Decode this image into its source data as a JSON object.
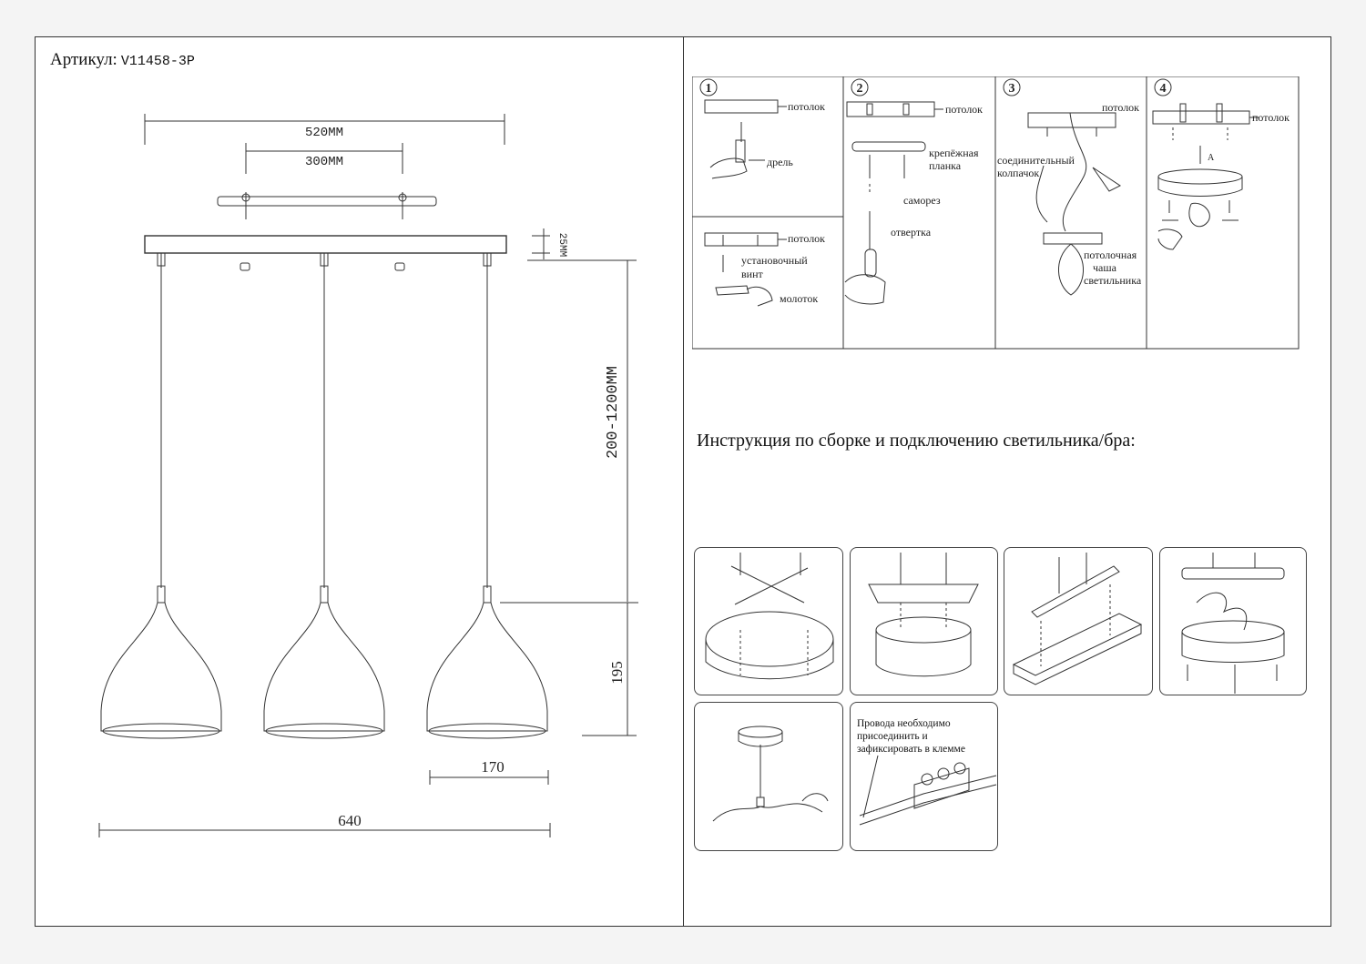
{
  "article": {
    "label": "Артикул:",
    "code": "V11458-3P"
  },
  "dimensions": {
    "total_mount": "520MM",
    "screw_spacing": "300MM",
    "canopy_height": "25MM",
    "suspension_length": "200-1200MM",
    "shade_height": "195",
    "shade_diameter": "170",
    "total_width": "640"
  },
  "steps": [
    {
      "num": "1",
      "labels": {
        "ceiling": "потолок",
        "drill": "дрель",
        "ceiling2": "потолок",
        "screw_line1": "установочный",
        "screw_line2": "винт",
        "hammer": "молоток"
      }
    },
    {
      "num": "2",
      "labels": {
        "ceiling": "потолок",
        "bracket_line1": "крепёжная",
        "bracket_line2": "планка",
        "self_tap": "саморез",
        "screwdriver": "отвертка"
      }
    },
    {
      "num": "3",
      "labels": {
        "ceiling": "потолок",
        "cap_line1": "соединительный",
        "cap_line2": "колпачок",
        "cup_line1": "потолочная",
        "cup_line2": "чаша",
        "cup_line3": "светильника"
      }
    },
    {
      "num": "4",
      "labels": {
        "ceiling": "потолок",
        "arrow": "A"
      }
    }
  ],
  "instruction_heading": "Инструкция по сборке и подключению светильника/бра:",
  "wiring_note": {
    "line1": "Провода необходимо",
    "line2": "присоединить и",
    "line3": "зафиксировать в клемме"
  }
}
